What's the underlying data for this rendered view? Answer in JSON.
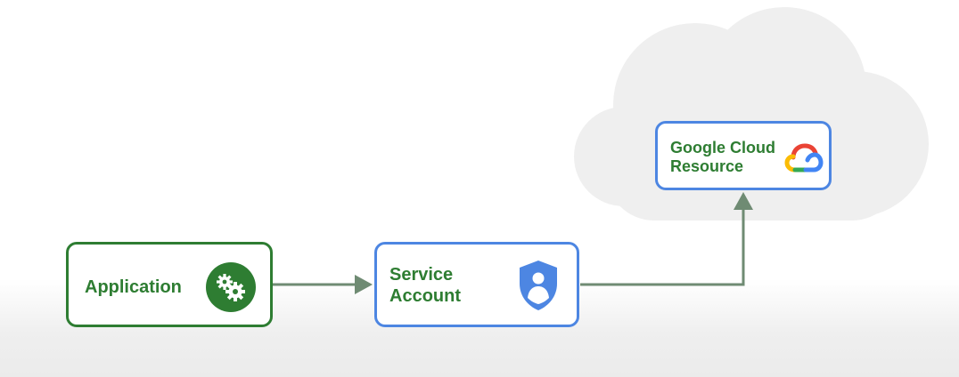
{
  "nodes": {
    "application": {
      "label": "Application"
    },
    "service_account": {
      "label_line1": "Service",
      "label_line2": "Account"
    },
    "gcp_resource": {
      "label_line1": "Google Cloud",
      "label_line2": "Resource"
    }
  },
  "icons": {
    "application": "gears-icon",
    "service_account": "shield-person-icon",
    "gcp_resource": "google-cloud-logo-icon"
  },
  "colors": {
    "green": "#2e7d32",
    "blue": "#4d86e2",
    "arrow": "#6f8b73",
    "cloud": "#efefef"
  }
}
